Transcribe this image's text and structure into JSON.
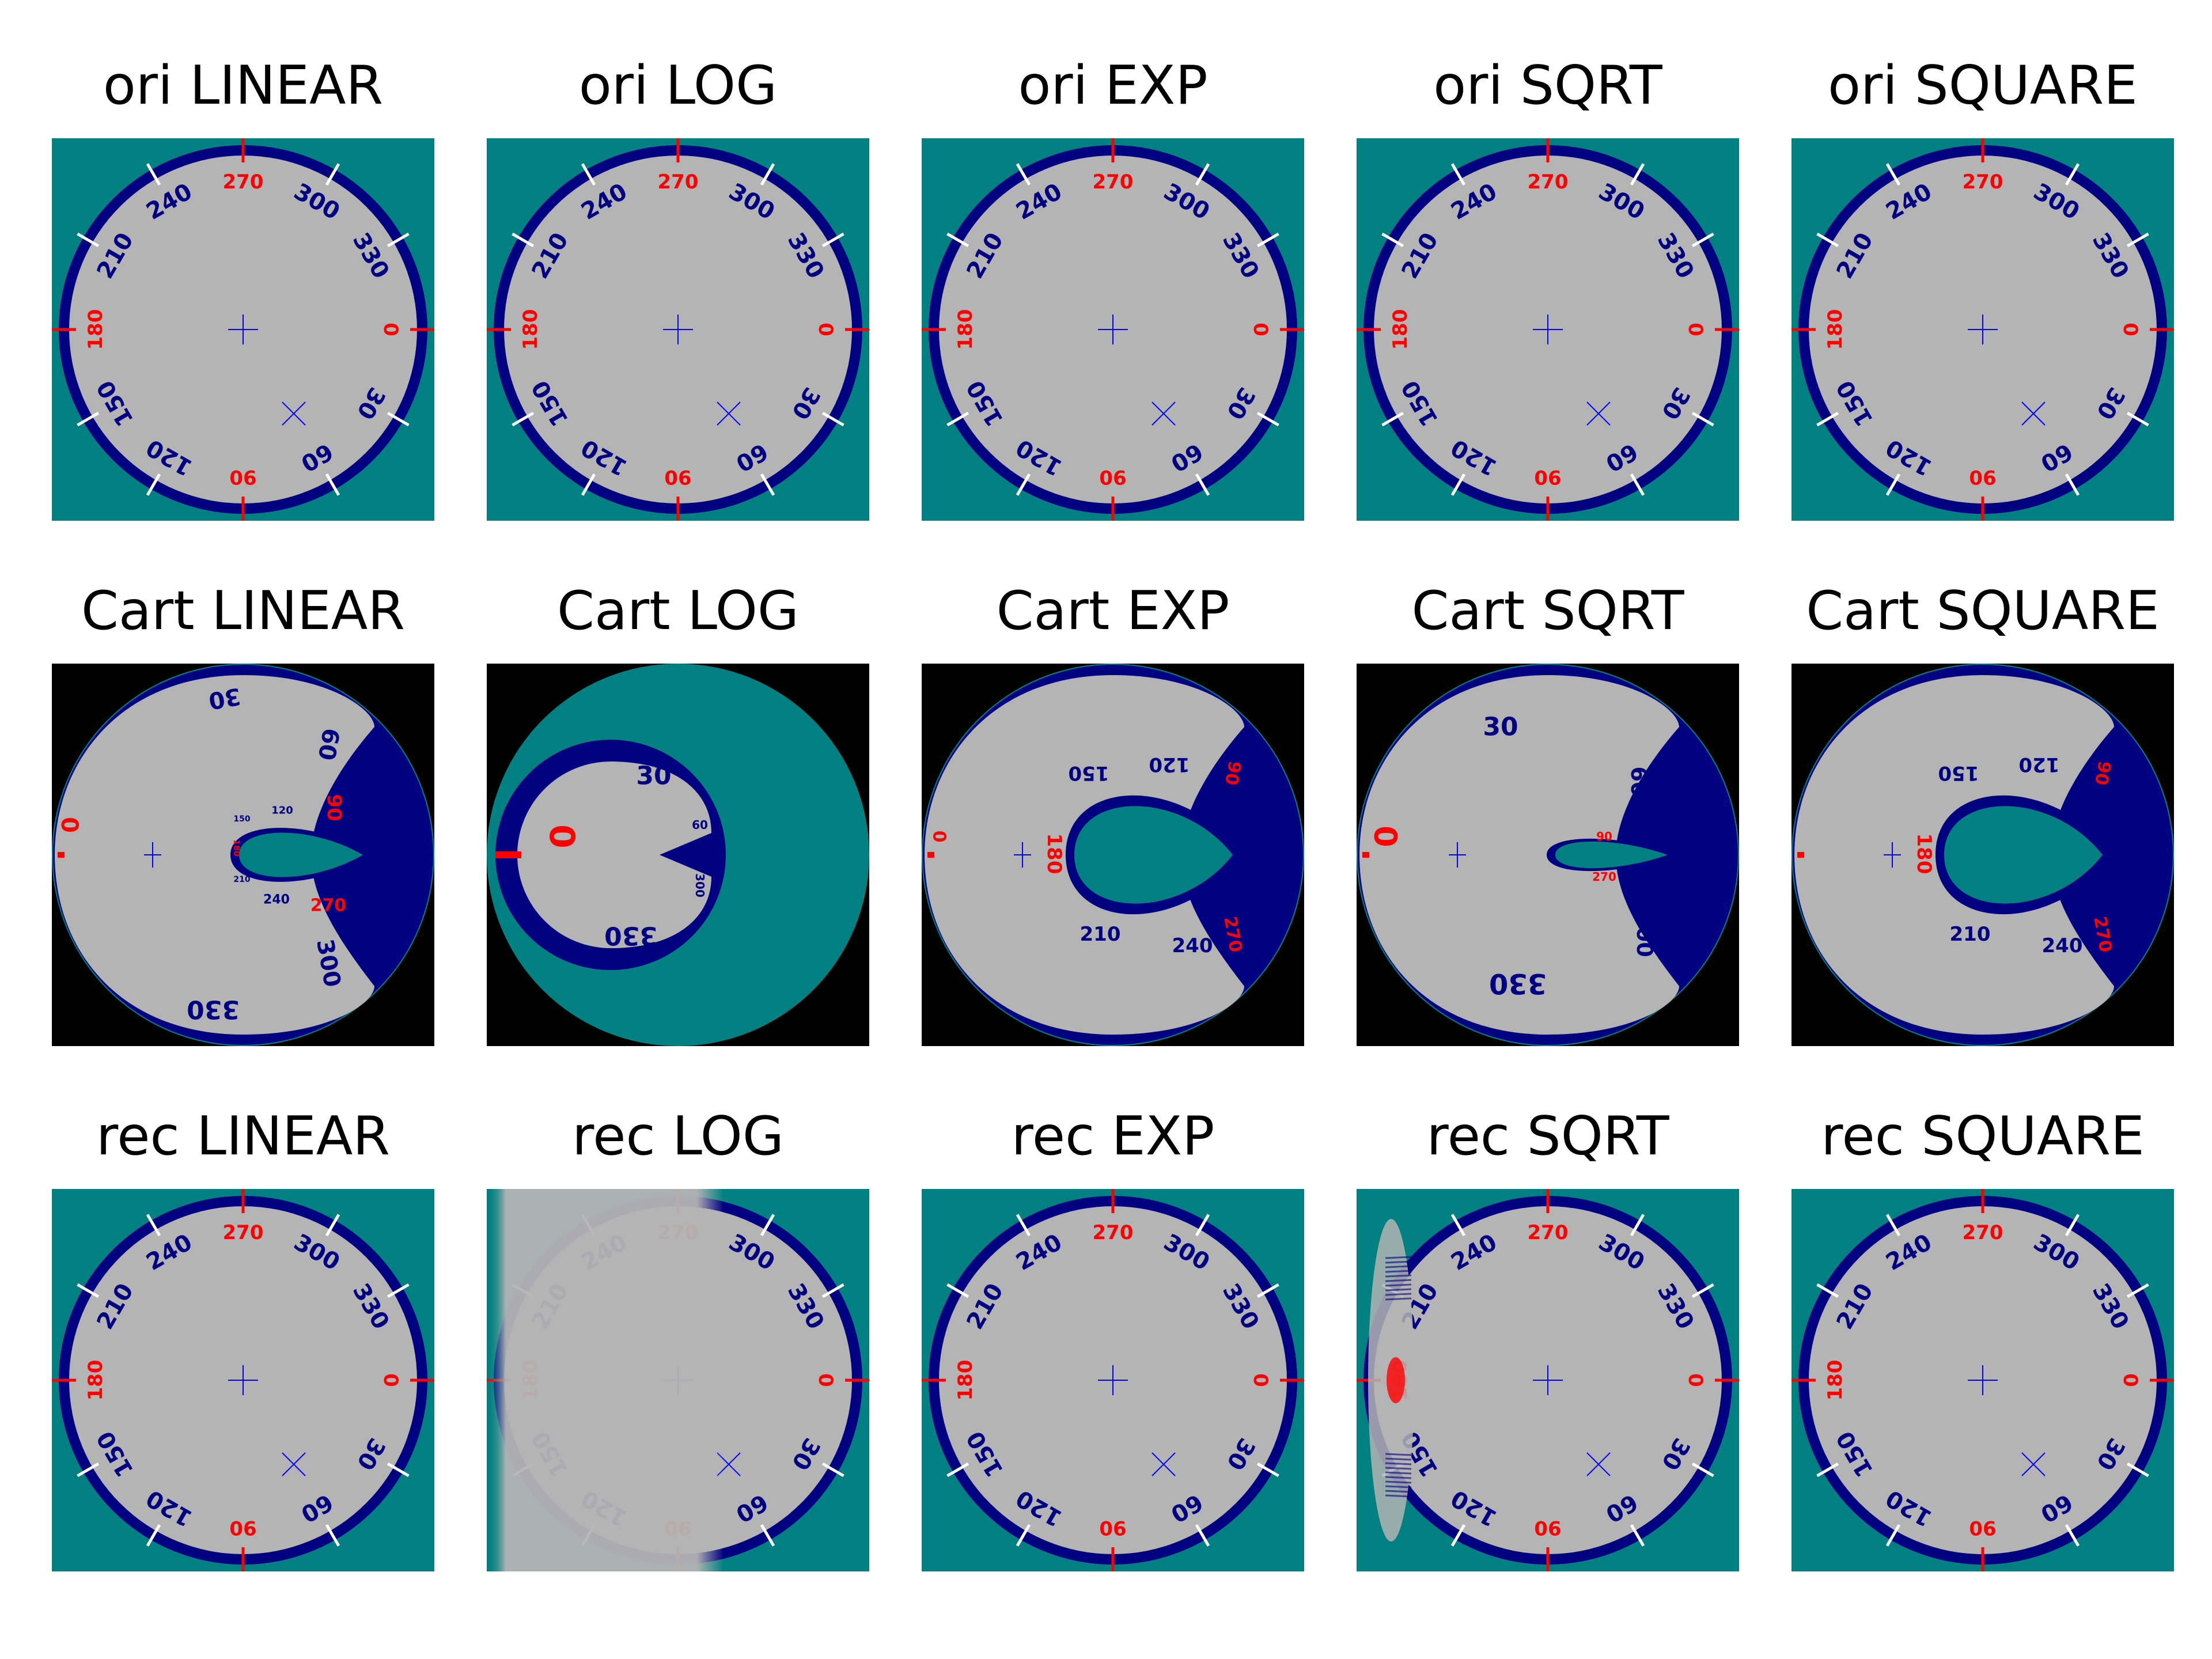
{
  "figure": {
    "rows": [
      {
        "row_key": "ori",
        "panels": [
          {
            "title": "ori LINEAR",
            "image": "polar dial, original"
          },
          {
            "title": "ori LOG",
            "image": "polar dial, original"
          },
          {
            "title": "ori EXP",
            "image": "polar dial, original"
          },
          {
            "title": "ori SQRT",
            "image": "polar dial, original"
          },
          {
            "title": "ori SQUARE",
            "image": "polar dial, original"
          }
        ]
      },
      {
        "row_key": "Cart",
        "panels": [
          {
            "title": "Cart LINEAR",
            "image": "cartesian warp, linear"
          },
          {
            "title": "Cart LOG",
            "image": "cartesian warp, log"
          },
          {
            "title": "Cart EXP",
            "image": "cartesian warp, exp"
          },
          {
            "title": "Cart SQRT",
            "image": "cartesian warp, sqrt"
          },
          {
            "title": "Cart SQUARE",
            "image": "cartesian warp, square"
          }
        ]
      },
      {
        "row_key": "rec",
        "panels": [
          {
            "title": "rec LINEAR",
            "image": "polar dial, reconstructed"
          },
          {
            "title": "rec LOG",
            "image": "polar dial, reconstructed, blurred left half"
          },
          {
            "title": "rec EXP",
            "image": "polar dial, reconstructed"
          },
          {
            "title": "rec SQRT",
            "image": "polar dial, reconstructed, ringing on left edge"
          },
          {
            "title": "rec SQUARE",
            "image": "polar dial, reconstructed"
          }
        ]
      }
    ],
    "dial": {
      "red_labels": [
        "0",
        "90",
        "180",
        "270"
      ],
      "blue_labels": [
        "30",
        "60",
        "120",
        "150",
        "210",
        "240",
        "300",
        "330"
      ]
    },
    "cart_labels": {
      "linear": [
        "30",
        "60",
        "0",
        "90",
        "120",
        "150",
        "180",
        "210",
        "240",
        "270",
        "300",
        "330"
      ],
      "log": [
        "30",
        "0",
        "330",
        "60",
        "300"
      ],
      "exp": [
        "150",
        "120",
        "180",
        "210",
        "240",
        "90",
        "270",
        "0"
      ],
      "sqrt": [
        "30",
        "60",
        "0",
        "90",
        "270",
        "300",
        "330"
      ],
      "square": [
        "150",
        "120",
        "180",
        "210",
        "240",
        "90",
        "270"
      ]
    },
    "colors": {
      "background_teal": "#008080",
      "disc_gray": "#b4b4b4",
      "ring_navy": "#000080",
      "label_blue": "#000080",
      "label_red": "#ff0000",
      "tick_white": "#ffffff",
      "cross_blue": "#0000ff",
      "black": "#000000"
    }
  }
}
